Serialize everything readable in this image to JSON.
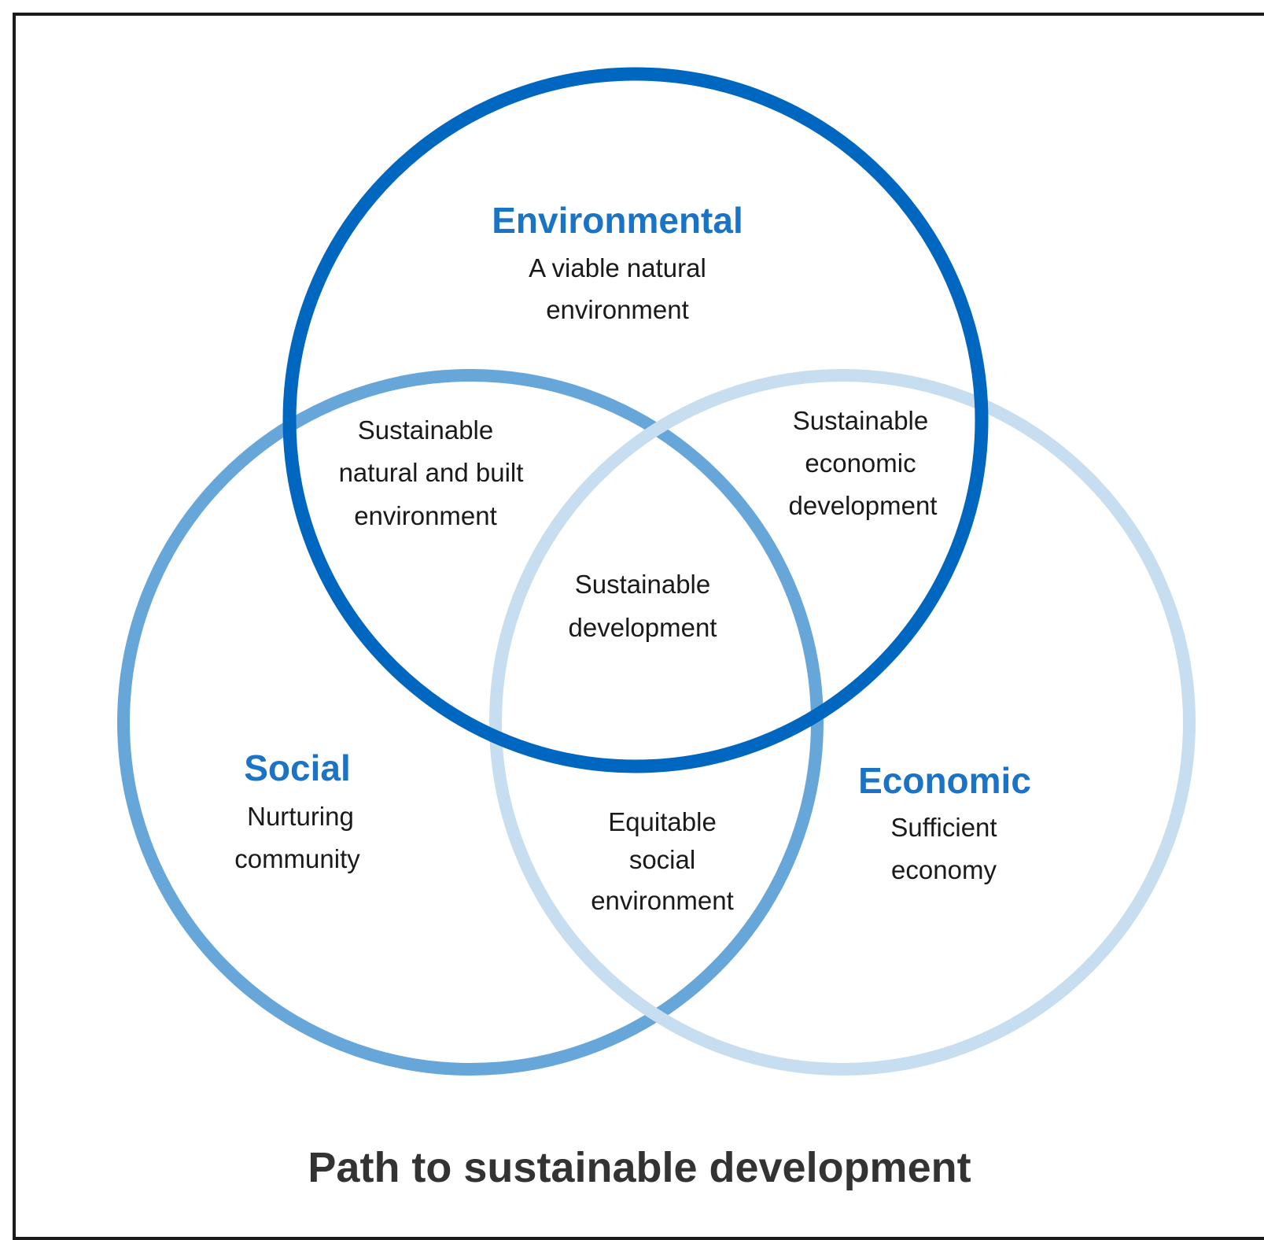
{
  "colors": {
    "environmental": "#0067c0",
    "social": "#67a6d9",
    "economic": "#c7ddf0",
    "heading_text": "#1a73c4",
    "body_text": "#1a1a1a",
    "title_text": "#333333"
  },
  "diagram": {
    "title": "Path to sustainable development",
    "circles": {
      "environmental": {
        "heading": "Environmental",
        "lines": [
          "A viable natural",
          "environment"
        ]
      },
      "social": {
        "heading": "Social",
        "lines": [
          "Nurturing",
          "community"
        ]
      },
      "economic": {
        "heading": "Economic",
        "lines": [
          "Sufficient",
          "economy"
        ]
      }
    },
    "overlaps": {
      "environmental_social": [
        "Sustainable",
        "natural and built",
        "environment"
      ],
      "environmental_economic": [
        "Sustainable",
        "economic",
        "development"
      ],
      "social_economic": [
        "Equitable",
        "social",
        "environment"
      ],
      "center": [
        "Sustainable",
        "development"
      ]
    }
  }
}
